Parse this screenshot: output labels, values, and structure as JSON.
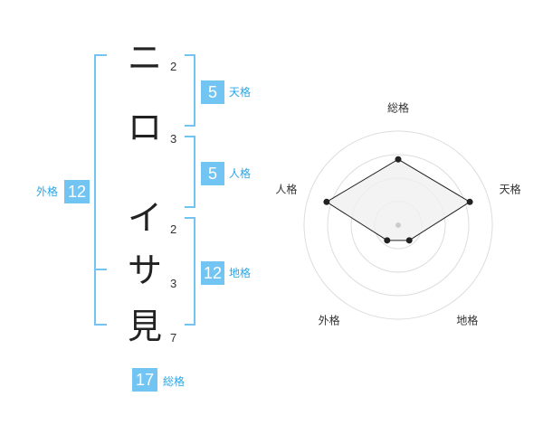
{
  "name_chars": [
    {
      "char": "ニ",
      "strokes": "2"
    },
    {
      "char": "ロ",
      "strokes": "3"
    },
    {
      "char": "イ",
      "strokes": "2"
    },
    {
      "char": "サ",
      "strokes": "3"
    },
    {
      "char": "見",
      "strokes": "7"
    }
  ],
  "fortune": {
    "tenkaku": {
      "label": "天格",
      "value": "5"
    },
    "jinkaku": {
      "label": "人格",
      "value": "5"
    },
    "chikaku": {
      "label": "地格",
      "value": "12"
    },
    "gaikaku": {
      "label": "外格",
      "value": "12"
    },
    "soukaku": {
      "label": "総格",
      "value": "17"
    }
  },
  "radar": {
    "axes": [
      "総格",
      "天格",
      "地格",
      "外格",
      "人格"
    ],
    "values": [
      0.7,
      0.8,
      0.2,
      0.2,
      0.8
    ],
    "rings": 4,
    "fill_color": "#f0f0f0",
    "ring_color": "#dddddd",
    "line_color": "#222222"
  },
  "colors": {
    "accent": "#72c4f2",
    "accent_text": "#2aa6e8"
  }
}
